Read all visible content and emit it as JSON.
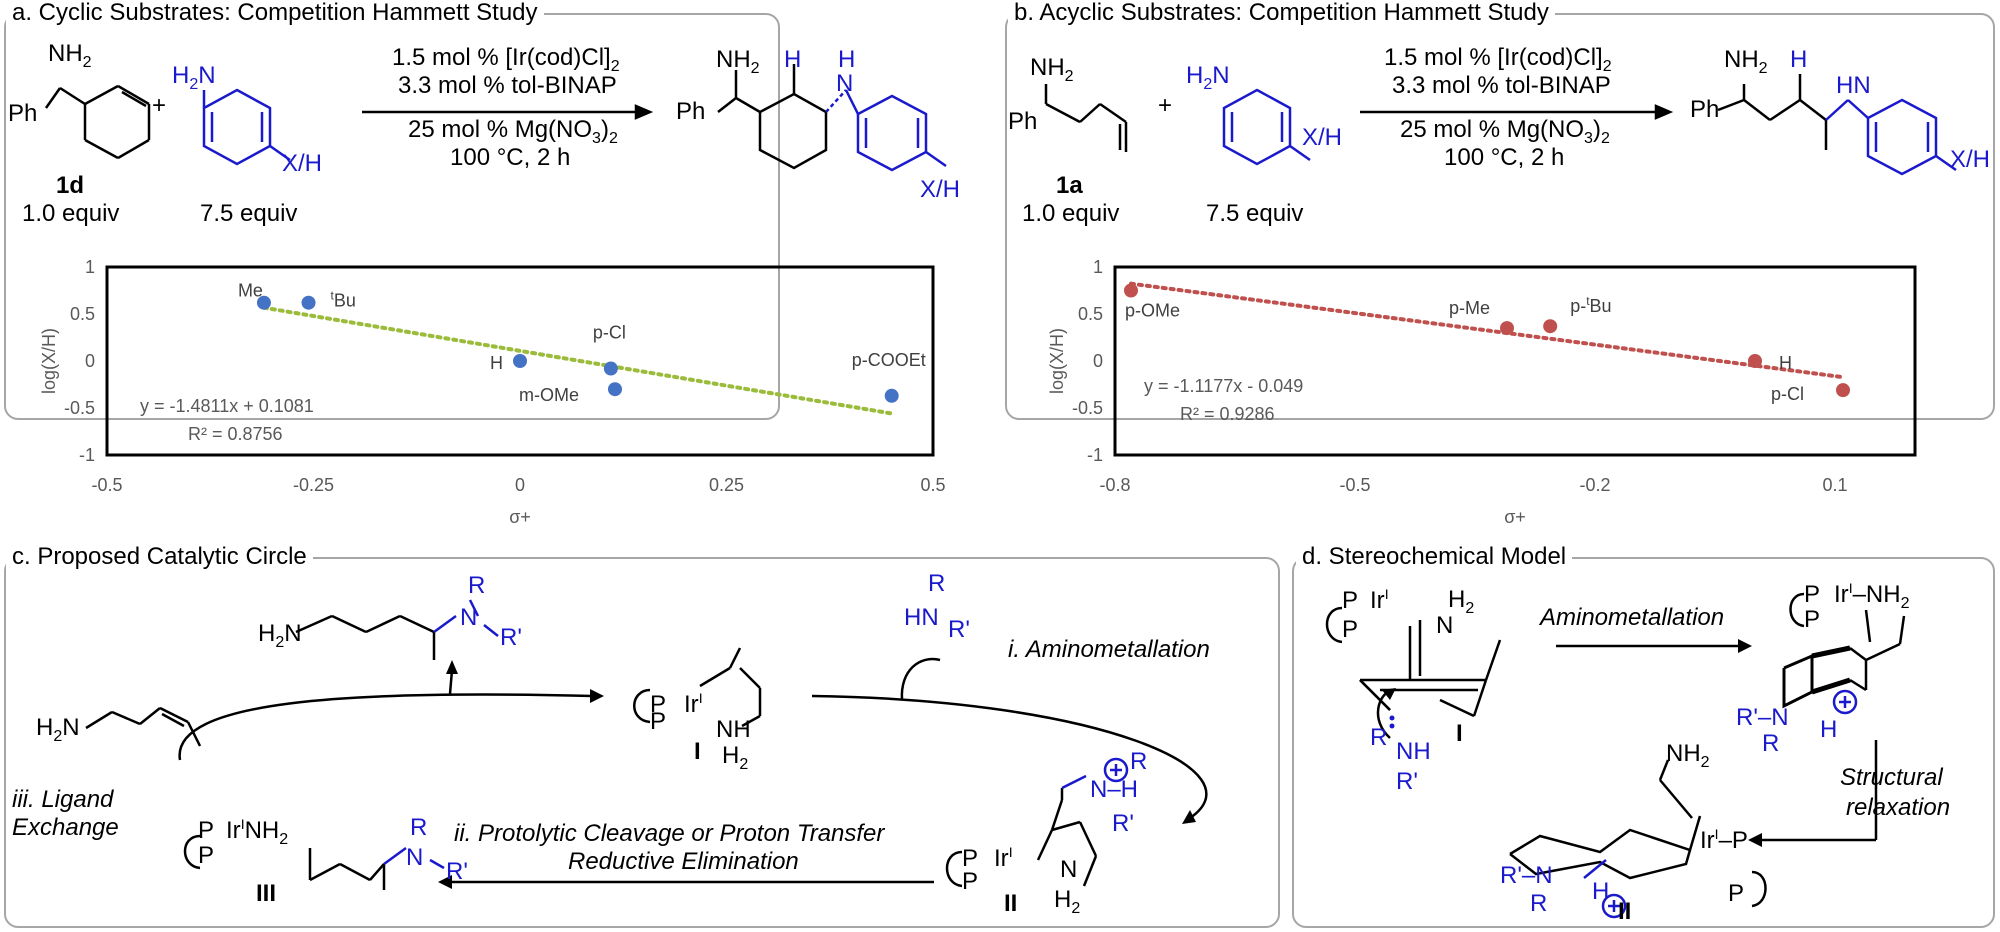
{
  "panels": {
    "a": {
      "title": "a. Cyclic Substrates: Competition Hammett Study"
    },
    "b": {
      "title": "b. Acyclic Substrates: Competition Hammett Study"
    },
    "c": {
      "title": "c. Proposed Catalytic Circle"
    },
    "d": {
      "title": "d. Stereochemical Model"
    }
  },
  "scheme_a": {
    "substrate_label": "1d",
    "equiv1": "1.0 equiv",
    "equiv2": "7.5 equiv",
    "cond1": "1.5 mol % [Ir(cod)Cl]",
    "cond1_sub": "2",
    "cond2": "3.3 mol % tol-BINAP",
    "cond3": "25 mol % Mg(NO",
    "cond3_sub": "3",
    "cond3_end": ")",
    "cond3_sub2": "2",
    "cond4": "100 °C, 2 h",
    "nh2": "NH",
    "nh2_sub": "2",
    "ph": "Ph",
    "plus": "+",
    "h2n": "H",
    "h2n_sub": "2",
    "h2n_n": "N",
    "xh": "X/H",
    "h": "H",
    "nh": "N",
    "nh_h": "H"
  },
  "scheme_b": {
    "substrate_label": "1a",
    "equiv1": "1.0 equiv",
    "equiv2": "7.5 equiv",
    "cond1": "1.5 mol % [Ir(cod)Cl]",
    "cond1_sub": "2",
    "cond2": "3.3 mol % tol-BINAP",
    "cond3": "25 mol % Mg(NO",
    "cond3_sub": "3",
    "cond3_end": ")",
    "cond3_sub2": "2",
    "cond4": "100 °C, 2 h"
  },
  "chart_data": [
    {
      "type": "scatter",
      "xlabel": "σ+",
      "ylabel": "log(X/H)",
      "xlim": [
        -0.5,
        0.5
      ],
      "ylim": [
        -1,
        1
      ],
      "xticks": [
        "-0.5",
        "-0.25",
        "0",
        "0.25",
        "0.5"
      ],
      "yticks": [
        "1",
        "0.5",
        "0",
        "-0.5",
        "-1"
      ],
      "point_color": "#4472c4",
      "trend_color": "#9bbb3b",
      "points": [
        {
          "x": -0.31,
          "y": 0.62,
          "label": "Me"
        },
        {
          "x": -0.256,
          "y": 0.62,
          "label": "tBu"
        },
        {
          "x": 0,
          "y": 0,
          "label": "H"
        },
        {
          "x": 0.11,
          "y": -0.08,
          "label": "p-Cl"
        },
        {
          "x": 0.115,
          "y": -0.3,
          "label": "m-OMe"
        },
        {
          "x": 0.45,
          "y": -0.37,
          "label": "p-COOEt"
        }
      ],
      "trendline": {
        "x": [
          -0.31,
          0.45
        ],
        "slope": -1.4811,
        "intercept": 0.1081
      },
      "equation": "y = -1.4811x + 0.1081",
      "r2": "R² = 0.8756"
    },
    {
      "type": "scatter",
      "xlabel": "σ+",
      "ylabel": "log(X/H)",
      "xlim": [
        -0.8,
        0.2
      ],
      "ylim": [
        -1,
        1
      ],
      "xticks": [
        "-0.8",
        "-0.5",
        "-0.2",
        "0.1"
      ],
      "yticks": [
        "1",
        "0.5",
        "0",
        "-0.5",
        "-1"
      ],
      "point_color": "#c0504d",
      "trend_color": "#c0504d",
      "points": [
        {
          "x": -0.78,
          "y": 0.75,
          "label": "p-OMe"
        },
        {
          "x": -0.31,
          "y": 0.35,
          "label": "p-Me"
        },
        {
          "x": -0.256,
          "y": 0.37,
          "label": "p-tBu"
        },
        {
          "x": 0,
          "y": 0,
          "label": "H"
        },
        {
          "x": 0.11,
          "y": -0.31,
          "label": "p-Cl"
        }
      ],
      "trendline": {
        "x": [
          -0.78,
          0.11
        ],
        "slope": -1.1177,
        "intercept": -0.049
      },
      "equation": "y = -1.1177x - 0.049",
      "r2": "R² = 0.9286"
    }
  ],
  "cycle": {
    "step1": "i. Aminometallation",
    "step2a": "ii. Protolytic Cleavage or Proton Transfer",
    "step2b": "Reductive Elimination",
    "step3a": "iii. Ligand",
    "step3b": "Exchange",
    "label_I": "I",
    "label_II": "II",
    "label_III": "III",
    "amine_R": "R",
    "amine_HN": "HN",
    "amine_Rp": "R'"
  },
  "stereo": {
    "arrow1": "Aminometallation",
    "arrow2a": "Structural",
    "arrow2b": "relaxation",
    "label_I": "I",
    "label_II": "II"
  }
}
